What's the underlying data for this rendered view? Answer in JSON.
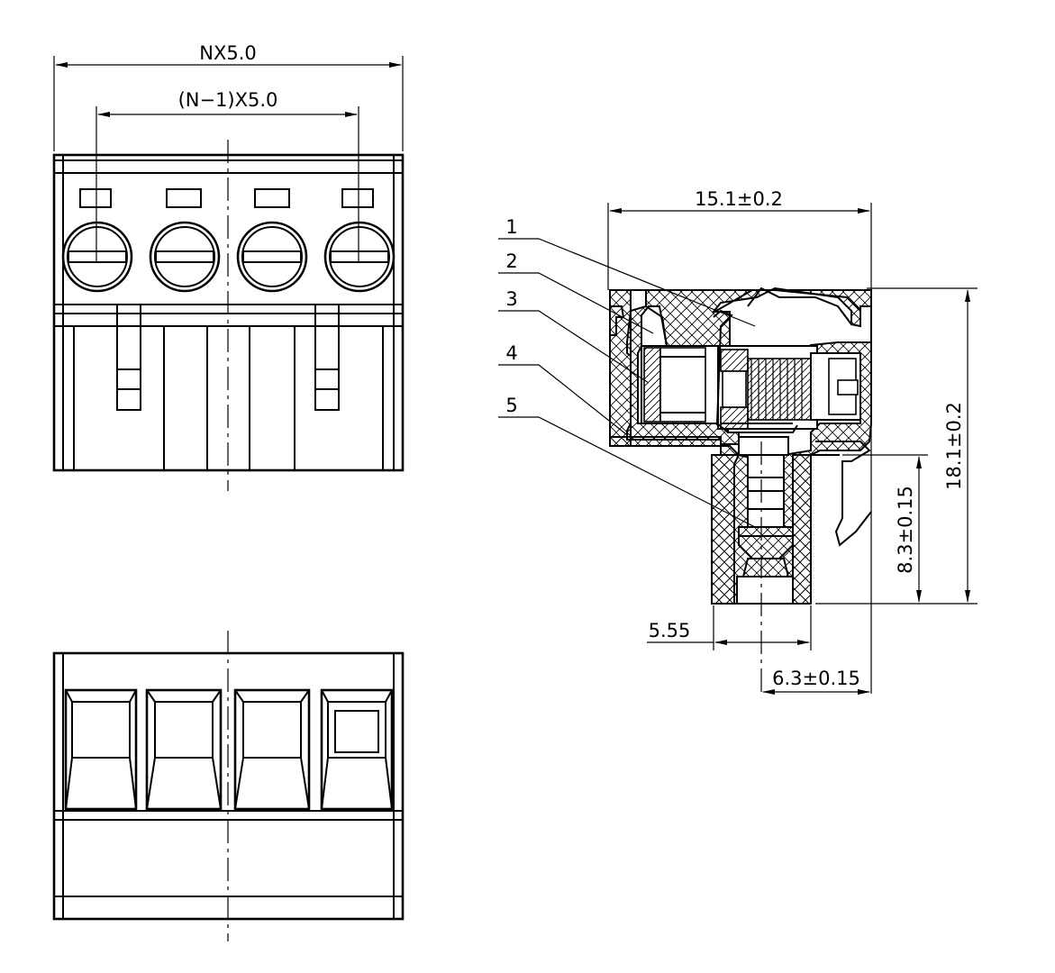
{
  "front_view": {
    "overall_width_label": "NX5.0",
    "pitch_span_label": "(N−1)X5.0"
  },
  "side_view": {
    "depth_label": "15.1±0.2",
    "height_label": "18.1±0.2",
    "pin_height_label": "8.3±0.15",
    "pin_offset_label": "5.55",
    "pin_to_edge_label": "6.3±0.15"
  },
  "callouts": [
    "1",
    "2",
    "3",
    "4",
    "5"
  ]
}
